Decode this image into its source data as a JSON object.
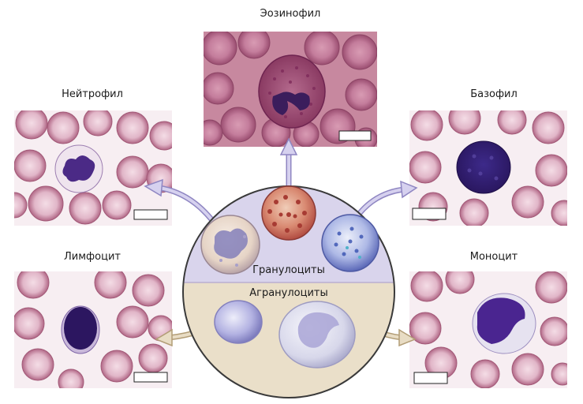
{
  "labels": {
    "eosinophil": "Эозинофил",
    "neutrophil": "Нейтрофил",
    "basophil": "Базофил",
    "lymphocyte": "Лимфоцит",
    "monocyte": "Моноцит",
    "granulocytes": "Гранулоциты",
    "agranulocytes": "Агранулоциты"
  },
  "colors": {
    "granulocyte_zone": "#d9d4ec",
    "agranulocyte_zone": "#eadfc9",
    "rbc_light": "#e7bfcf",
    "rbc_dark": "#b76787",
    "eosin_bg": "#c27b9a",
    "arrow_purple": "#b6aedc",
    "arrow_tan": "#d9c9a9"
  }
}
